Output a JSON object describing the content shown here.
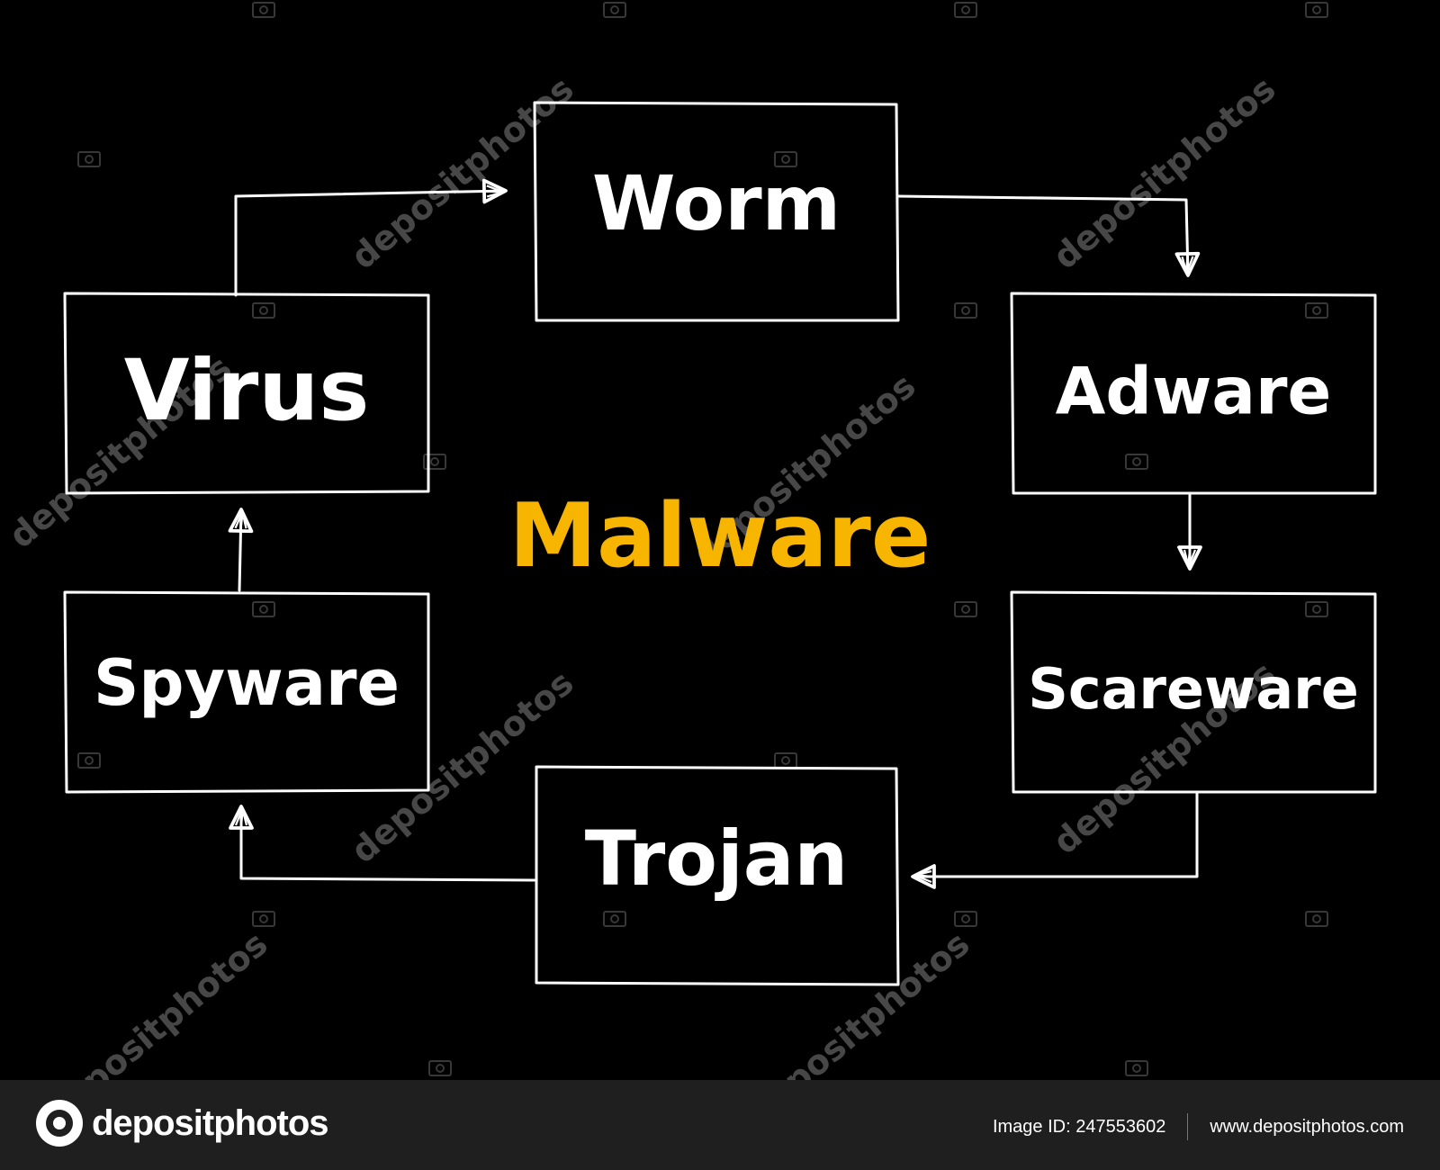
{
  "diagram": {
    "center": "Malware",
    "nodes": [
      {
        "id": "worm",
        "label": "Worm"
      },
      {
        "id": "adware",
        "label": "Adware"
      },
      {
        "id": "scareware",
        "label": "Scareware"
      },
      {
        "id": "trojan",
        "label": "Trojan"
      },
      {
        "id": "spyware",
        "label": "Spyware"
      },
      {
        "id": "virus",
        "label": "Virus"
      }
    ],
    "edges": [
      {
        "from": "virus",
        "to": "worm"
      },
      {
        "from": "worm",
        "to": "adware"
      },
      {
        "from": "adware",
        "to": "scareware"
      },
      {
        "from": "scareware",
        "to": "trojan"
      },
      {
        "from": "trojan",
        "to": "spyware"
      },
      {
        "from": "spyware",
        "to": "virus"
      }
    ],
    "colors": {
      "background": "#000000",
      "lines": "#ffffff",
      "center": "#f7b500"
    }
  },
  "watermark": {
    "text": "depositphotos"
  },
  "footer": {
    "logo": "depositphotos",
    "image_id": "Image ID: 247553602",
    "url": "www.depositphotos.com"
  }
}
